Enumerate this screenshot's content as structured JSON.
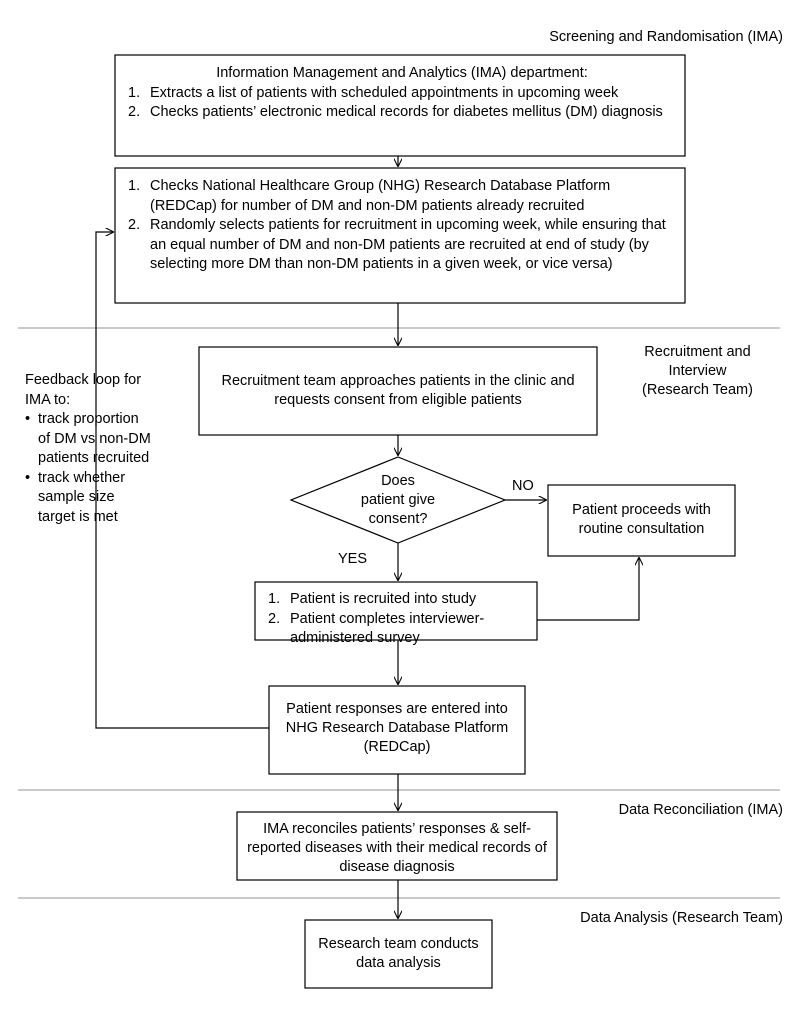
{
  "diagram": {
    "title": "Study recruitment and data workflow flowchart",
    "phases": [
      {
        "id": "screening",
        "label": "Screening and Randomisation (IMA)"
      },
      {
        "id": "recruitment",
        "label": "Recruitment and\nInterview\n(Research Team)"
      },
      {
        "id": "reconciliation",
        "label": "Data Reconciliation (IMA)"
      },
      {
        "id": "analysis",
        "label": "Data Analysis (Research Team)"
      }
    ],
    "boxes": {
      "ima_department": {
        "heading": "Information Management and Analytics (IMA) department:",
        "items": [
          {
            "mark": "1.",
            "text": "Extracts a list of patients with scheduled appointments in upcoming week"
          },
          {
            "mark": "2.",
            "text": "Checks patients’ electronic medical records for diabetes mellitus (DM) diagnosis"
          }
        ]
      },
      "redcap_check": {
        "items": [
          {
            "mark": "1.",
            "text": "Checks National Healthcare Group (NHG) Research Database Platform (REDCap) for number of DM and non-DM patients already recruited"
          },
          {
            "mark": "2.",
            "text": "Randomly selects patients for recruitment in upcoming week, while ensuring that an equal number of DM and non-DM patients are recruited at end of study (by selecting more DM than non-DM patients in a given week, or vice versa)"
          }
        ]
      },
      "recruitment_team": {
        "text": "Recruitment team approaches patients in the clinic and requests consent from eligible patients"
      },
      "consent_decision": {
        "text": "Does\npatient give\nconsent?"
      },
      "routine_consultation": {
        "text": "Patient proceeds with routine consultation"
      },
      "recruited_survey": {
        "items": [
          {
            "mark": "1.",
            "text": "Patient is recruited into study"
          },
          {
            "mark": "2.",
            "text": "Patient completes interviewer-administered survey"
          }
        ]
      },
      "responses_entered": {
        "text": "Patient responses are entered into NHG Research Database Platform (REDCap)"
      },
      "reconcile": {
        "text": "IMA reconciles patients’ responses & self-reported diseases with their medical records of disease diagnosis"
      },
      "data_analysis": {
        "text": "Research team conducts data analysis"
      }
    },
    "edge_labels": {
      "no": "NO",
      "yes": "YES"
    },
    "feedback_note": {
      "title": "Feedback loop for IMA to:",
      "items": [
        {
          "mark": "•",
          "text": "track proportion of DM vs non-DM patients recruited"
        },
        {
          "mark": "•",
          "text": "track whether sample size target is met"
        }
      ]
    },
    "colors": {
      "stroke": "#000000",
      "separator": "#aaaaaa",
      "background": "#ffffff",
      "text": "#000000"
    }
  }
}
